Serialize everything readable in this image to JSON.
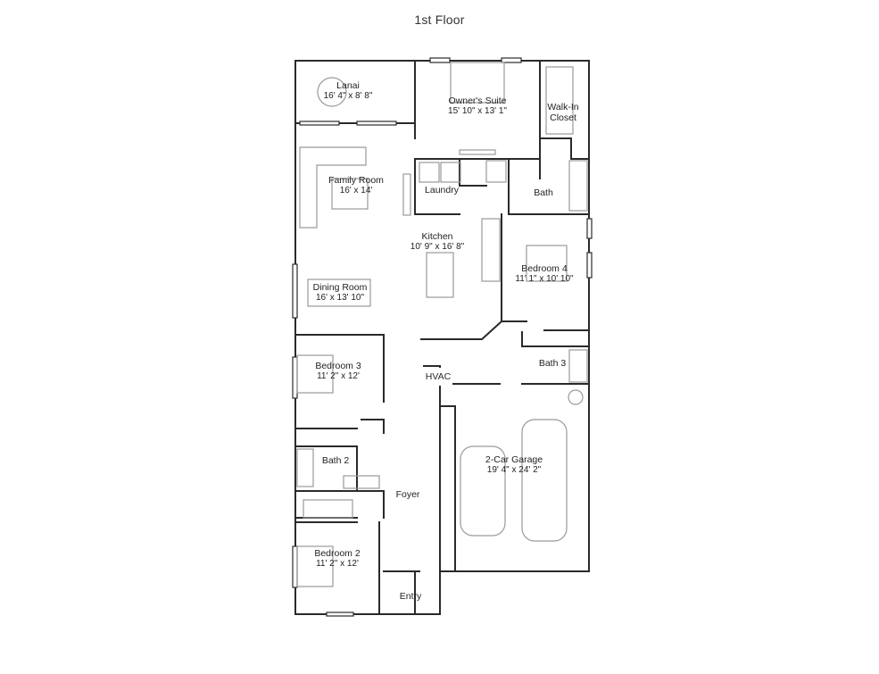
{
  "title": "1st Floor",
  "rooms": {
    "lanai": {
      "name": "Lanai",
      "dims": "16' 4\" x 8' 8\""
    },
    "owners_suite": {
      "name": "Owner's Suite",
      "dims": "15' 10\" x 13' 1\""
    },
    "walk_in_closet": {
      "name": "Walk-In Closet",
      "line1": "Walk-In",
      "line2": "Closet"
    },
    "family_room": {
      "name": "Family Room",
      "dims": "16' x 14'"
    },
    "laundry": {
      "name": "Laundry"
    },
    "bath": {
      "name": "Bath"
    },
    "kitchen": {
      "name": "Kitchen",
      "dims": "10' 9\" x 16' 8\""
    },
    "bedroom4": {
      "name": "Bedroom 4",
      "dims": "11' 1\" x 10' 10\""
    },
    "dining_room": {
      "name": "Dining Room",
      "dims": "16' x 13' 10\""
    },
    "bath3": {
      "name": "Bath 3"
    },
    "bedroom3": {
      "name": "Bedroom 3",
      "dims": "11' 2\" x 12'"
    },
    "hvac": {
      "name": "HVAC"
    },
    "garage": {
      "name": "2-Car Garage",
      "dims": "19' 4\" x 24' 2\""
    },
    "bath2": {
      "name": "Bath 2"
    },
    "foyer": {
      "name": "Foyer"
    },
    "bedroom2": {
      "name": "Bedroom 2",
      "dims": "11' 2\" x 12'"
    },
    "entry": {
      "name": "Entry"
    }
  },
  "colors": {
    "wall": "#2a2a2a",
    "fixture": "#9a9a9a",
    "background": "#ffffff"
  }
}
